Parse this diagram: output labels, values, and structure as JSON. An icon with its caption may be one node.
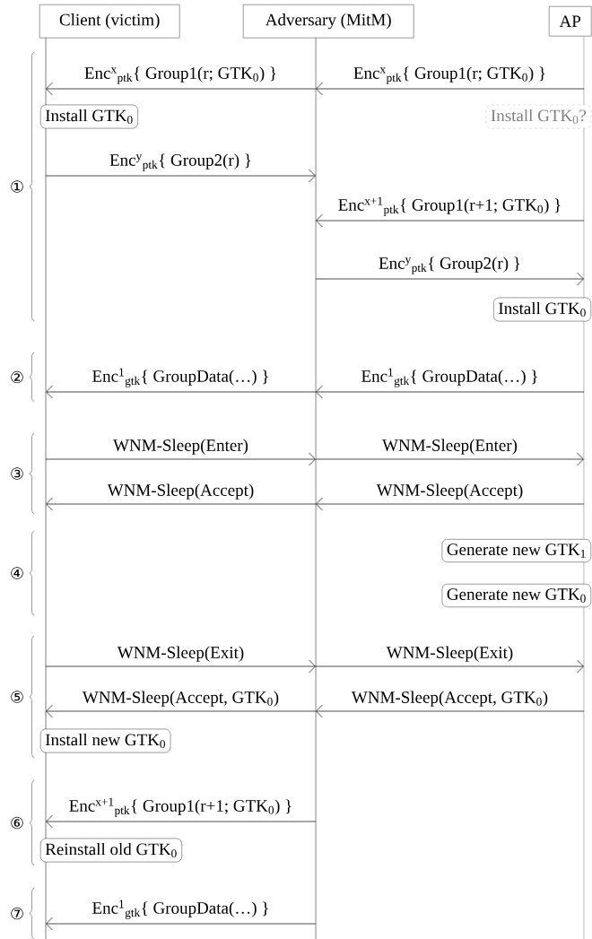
{
  "diagram": {
    "nodes": [
      {
        "text": [
          "Client (victim)"
        ]
      },
      {
        "text": [
          "Adversary (MitM)"
        ]
      },
      {
        "text": [
          "AP"
        ]
      },
      {
        "text": [
          "Install GTK$_{0}$"
        ],
        "in": 0
      },
      {
        "text": [
          "Install GTK$_{0}$?"
        ]
      },
      {
        "text": [
          "Install GTK$_{0}$"
        ]
      },
      {
        "text": [
          "Generate new GTK$_{1}$"
        ]
      },
      {
        "text": [
          "Generate new GTK$_{0}$"
        ]
      },
      {
        "text": [
          "Install new GTK$_{0}$"
        ],
        "in": 0
      },
      {
        "text": [
          "Reinstall old GTK$_{0}$"
        ],
        "in": 0
      }
    ],
    "edges": [
      {
        "from": 2,
        "to": 1,
        "arrow": "to",
        "label": "Enc$^{x}$$_{ptk}${ Group1(r; GTK$_{0}$) }"
      },
      {
        "from": 1,
        "to": 0,
        "arrow": "to",
        "label": "Enc$^{x}$$_{ptk}${ Group1(r; GTK$_{0}$) }"
      },
      {
        "from": 0,
        "to": 1,
        "arrow": "to",
        "label": "Enc$^{y}$$_{ptk}${ Group2(r) }"
      },
      {
        "from": 2,
        "to": 1,
        "arrow": "to",
        "label": "Enc$^{x+1}$$_{ptk}${ Group1(r+1; GTK$_{0}$) }"
      },
      {
        "from": 1,
        "to": 2,
        "arrow": "to",
        "label": "Enc$^{y}$$_{ptk}${ Group2(r) }"
      },
      {
        "from": 2,
        "to": 1,
        "arrow": "to",
        "label": "Enc$^{1}$$_{gtk}${ GroupData(…) }"
      },
      {
        "from": 1,
        "to": 0,
        "arrow": "to",
        "label": "Enc$^{1}$$_{gtk}${ GroupData(…) }"
      },
      {
        "from": 0,
        "to": 1,
        "arrow": "to",
        "label": "WNM-Sleep(Enter)"
      },
      {
        "from": 1,
        "to": 2,
        "arrow": "to",
        "label": "WNM-Sleep(Enter)"
      },
      {
        "from": 2,
        "to": 1,
        "arrow": "to",
        "label": "WNM-Sleep(Accept)"
      },
      {
        "from": 1,
        "to": 0,
        "arrow": "to",
        "label": "WNM-Sleep(Accept)"
      },
      {
        "from": 0,
        "to": 1,
        "arrow": "to",
        "label": "WNM-Sleep(Exit)"
      },
      {
        "from": 1,
        "to": 2,
        "arrow": "to",
        "label": "WNM-Sleep(Exit)"
      },
      {
        "from": 2,
        "to": 1,
        "arrow": "to",
        "label": "WNM-Sleep(Accept, GTK$_{0}$)"
      },
      {
        "from": 1,
        "to": 0,
        "arrow": "to",
        "label": "WNM-Sleep(Accept, GTK$_{0}$)"
      },
      {
        "from": 1,
        "to": 0,
        "arrow": "to",
        "label": "Enc$^{x+1}$$_{ptk}${ Group1(r+1; GTK$_{0}$) }"
      },
      {
        "from": 1,
        "to": 0,
        "arrow": "to",
        "label": "Enc$^{1}$$_{gtk}${ GroupData(…) }"
      }
    ],
    "labels": [
      "①",
      "②",
      "③",
      "④",
      "⑤",
      "⑥",
      "⑦"
    ]
  }
}
